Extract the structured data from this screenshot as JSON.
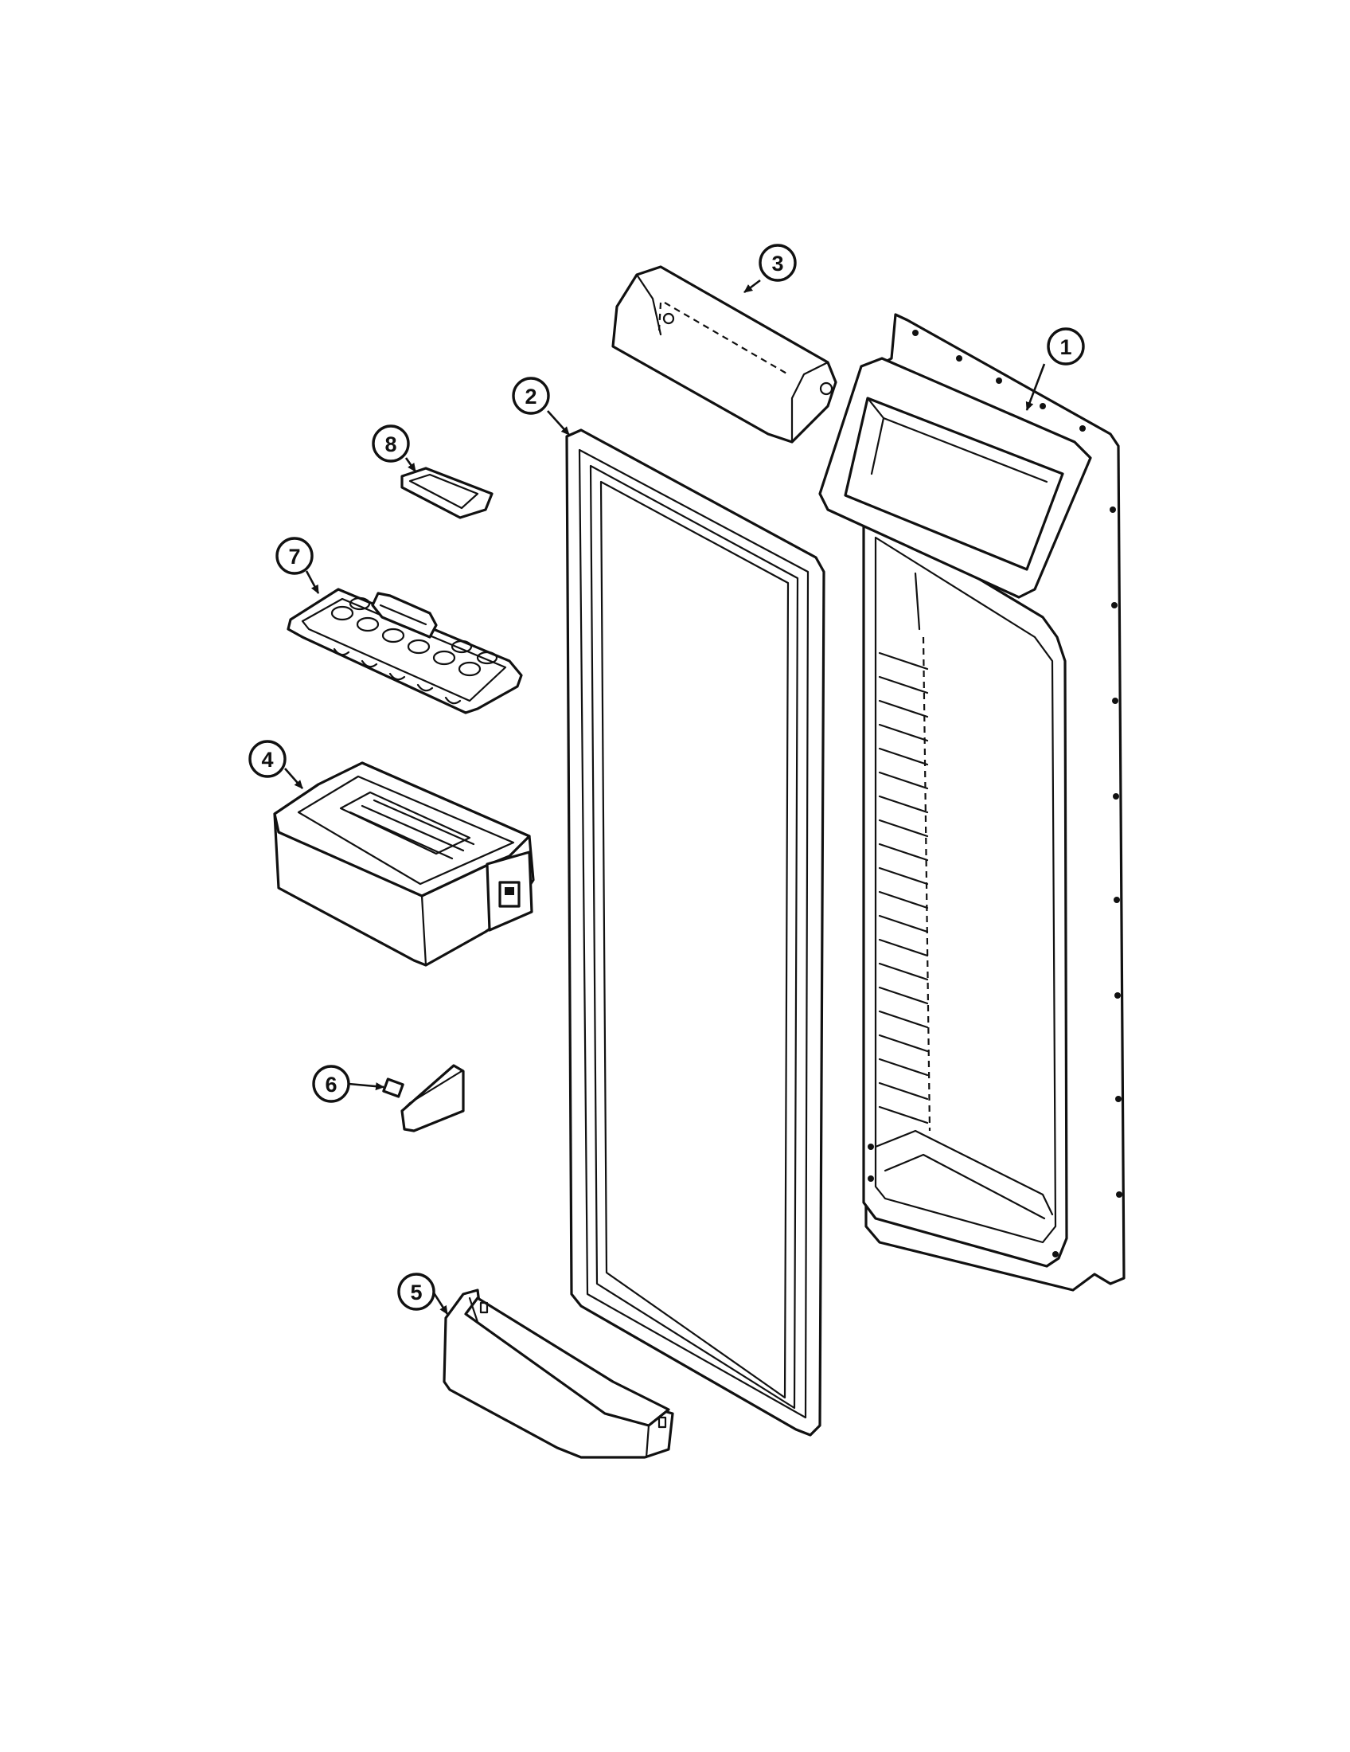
{
  "diagram": {
    "callouts": [
      {
        "id": "door-liner",
        "label": "1"
      },
      {
        "id": "door-gasket",
        "label": "2"
      },
      {
        "id": "ice-chute-cover",
        "label": "3"
      },
      {
        "id": "ice-bucket",
        "label": "4"
      },
      {
        "id": "door-bin",
        "label": "5"
      },
      {
        "id": "bin-bracket",
        "label": "6"
      },
      {
        "id": "ice-tray",
        "label": "7"
      },
      {
        "id": "tray-clip",
        "label": "8"
      }
    ]
  },
  "colors": {
    "line": "#111111",
    "background": "#ffffff"
  }
}
